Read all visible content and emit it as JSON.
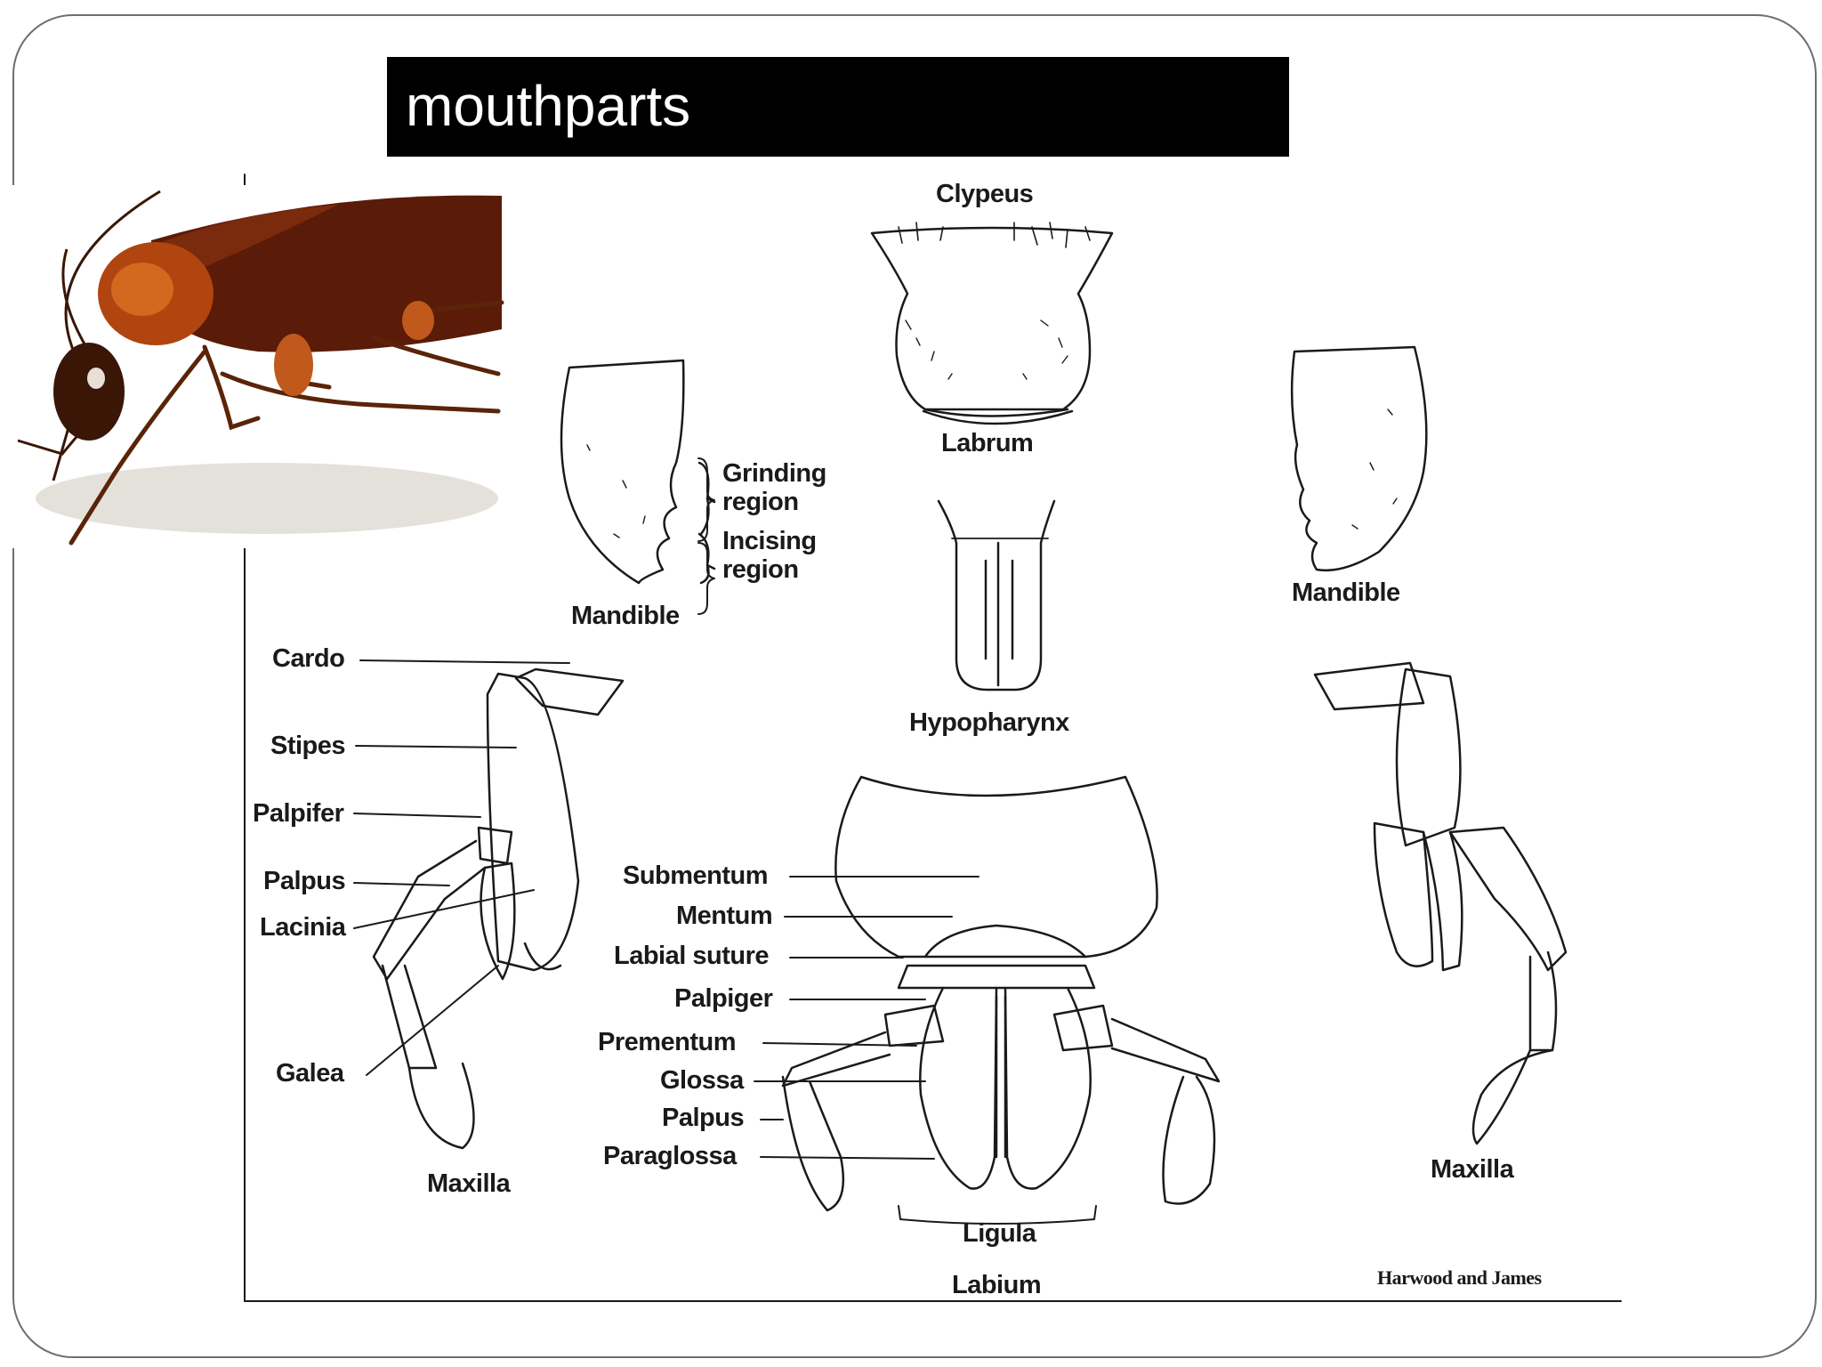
{
  "slide": {
    "title": "mouthparts"
  },
  "photo": {
    "subject": "cockroach-photo"
  },
  "diagram": {
    "labels": {
      "clypeus": "Clypeus",
      "labrum": "Labrum",
      "mandible_left": "Mandible",
      "mandible_right": "Mandible",
      "grinding_region": "Grinding\nregion",
      "incising_region": "Incising\nregion",
      "hypopharynx": "Hypopharynx",
      "cardo": "Cardo",
      "stipes": "Stipes",
      "palpifer": "Palpifer",
      "palpus_maxilla": "Palpus",
      "lacinia": "Lacinia",
      "galea": "Galea",
      "maxilla_left": "Maxilla",
      "maxilla_right": "Maxilla",
      "submentum": "Submentum",
      "mentum": "Mentum",
      "labial_suture": "Labial suture",
      "palpiger": "Palpiger",
      "prementum": "Prementum",
      "glossa": "Glossa",
      "palpus_labium": "Palpus",
      "paraglossa": "Paraglossa",
      "ligula": "Ligula",
      "labium": "Labium",
      "credit": "Harwood and James"
    }
  }
}
